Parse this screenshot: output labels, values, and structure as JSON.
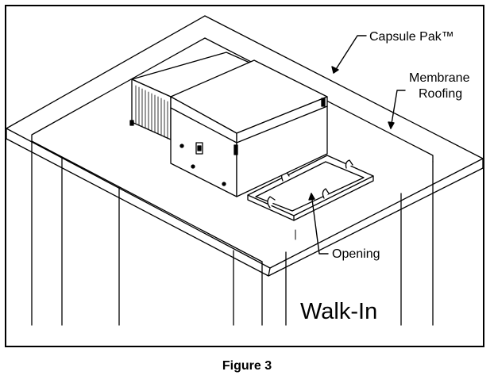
{
  "labels": {
    "capsule_pak": "Capsule Pak™",
    "membrane_line1": "Membrane",
    "membrane_line2": "Roofing",
    "opening": "Opening",
    "walk_in": "Walk-In"
  },
  "caption": "Figure 3"
}
